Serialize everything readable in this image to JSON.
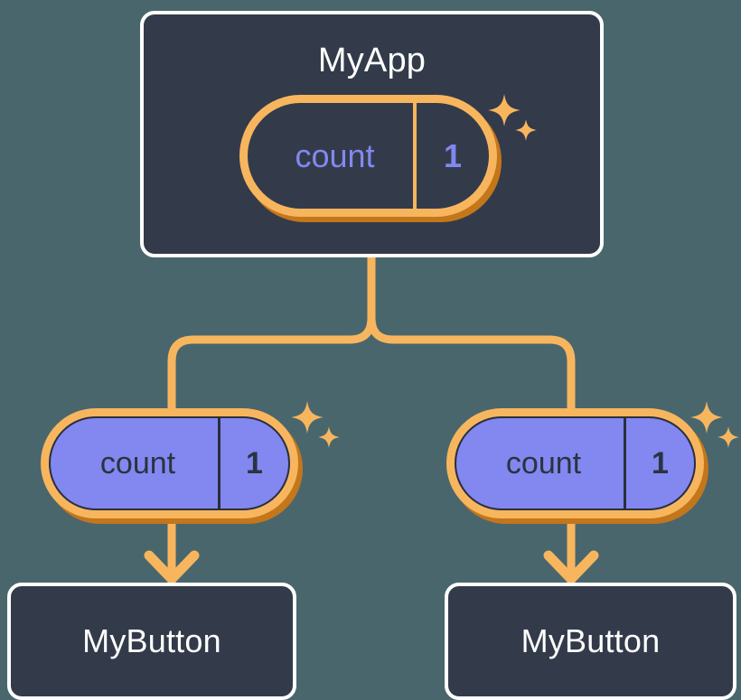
{
  "diagram": {
    "type": "component-tree",
    "background_color": "#4a666d",
    "card_color": "#333b4a",
    "accent_orange": "#f7b65e",
    "accent_orange_shadow": "#c4761b",
    "accent_purple": "#8288f0",
    "text_light": "#ffffff",
    "text_dark": "#2b3340"
  },
  "root": {
    "title": "MyApp",
    "state": {
      "name": "count",
      "value": "1",
      "style": "hollow"
    },
    "sparkle_icon": "sparkles-icon"
  },
  "children": [
    {
      "state": {
        "name": "count",
        "value": "1",
        "style": "filled"
      },
      "sparkle_icon": "sparkles-icon",
      "title": "MyButton"
    },
    {
      "state": {
        "name": "count",
        "value": "1",
        "style": "filled"
      },
      "sparkle_icon": "sparkles-icon",
      "title": "MyButton"
    }
  ],
  "connectors": {
    "trunk_icon": "tree-branch-connector",
    "arrow_icon": "arrow-down-icon",
    "color": "#f7b65e"
  }
}
